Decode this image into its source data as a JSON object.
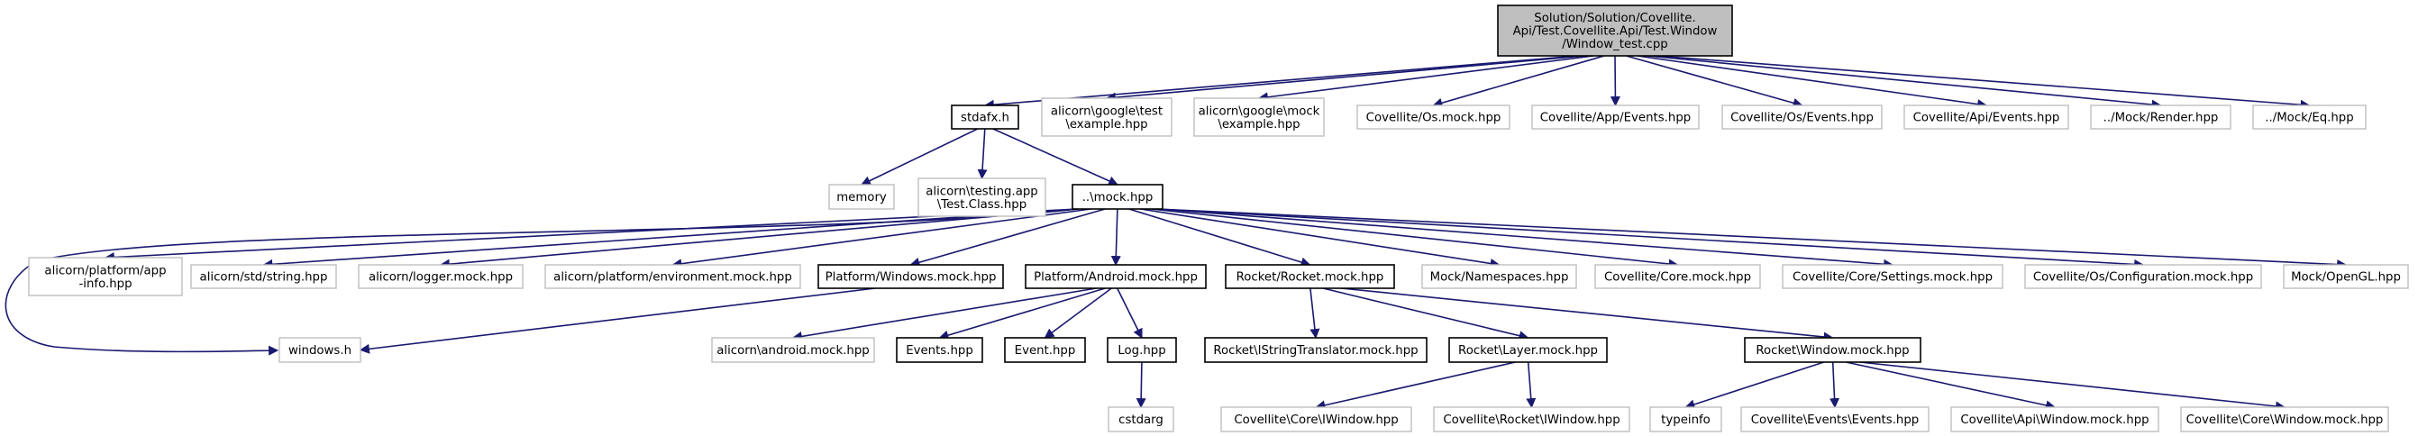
{
  "colors": {
    "edge": "#191970",
    "root_fill": "#bfbfbf",
    "local_border": "#000000",
    "external_border": "#bfbfbf"
  },
  "nodes": {
    "root": {
      "lines": [
        "Solution/Solution/Covellite.",
        "Api/Test.Covellite.Api/Test.Window",
        "/Window_test.cpp"
      ],
      "kind": "root"
    },
    "stdafx": {
      "lines": [
        "stdafx.h"
      ],
      "kind": "local"
    },
    "google_test": {
      "lines": [
        "alicorn\\google\\test",
        "\\example.hpp"
      ],
      "kind": "external"
    },
    "google_mock": {
      "lines": [
        "alicorn\\google\\mock",
        "\\example.hpp"
      ],
      "kind": "external"
    },
    "os_mock": {
      "lines": [
        "Covellite/Os.mock.hpp"
      ],
      "kind": "external"
    },
    "app_events": {
      "lines": [
        "Covellite/App/Events.hpp"
      ],
      "kind": "external"
    },
    "os_events": {
      "lines": [
        "Covellite/Os/Events.hpp"
      ],
      "kind": "external"
    },
    "api_events": {
      "lines": [
        "Covellite/Api/Events.hpp"
      ],
      "kind": "external"
    },
    "mock_render": {
      "lines": [
        "../Mock/Render.hpp"
      ],
      "kind": "external"
    },
    "mock_eq": {
      "lines": [
        "../Mock/Eq.hpp"
      ],
      "kind": "external"
    },
    "memory": {
      "lines": [
        "memory"
      ],
      "kind": "external"
    },
    "testing_app": {
      "lines": [
        "alicorn\\testing.app",
        "\\Test.Class.hpp"
      ],
      "kind": "external"
    },
    "mock_hpp": {
      "lines": [
        "..\\mock.hpp"
      ],
      "kind": "local"
    },
    "platform_app_info": {
      "lines": [
        "alicorn/platform/app",
        "-info.hpp"
      ],
      "kind": "external"
    },
    "std_string": {
      "lines": [
        "alicorn/std/string.hpp"
      ],
      "kind": "external"
    },
    "logger_mock": {
      "lines": [
        "alicorn/logger.mock.hpp"
      ],
      "kind": "external"
    },
    "platform_env": {
      "lines": [
        "alicorn/platform/environment.mock.hpp"
      ],
      "kind": "external"
    },
    "platform_windows": {
      "lines": [
        "Platform/Windows.mock.hpp"
      ],
      "kind": "local"
    },
    "platform_android": {
      "lines": [
        "Platform/Android.mock.hpp"
      ],
      "kind": "local"
    },
    "rocket_mock": {
      "lines": [
        "Rocket/Rocket.mock.hpp"
      ],
      "kind": "local"
    },
    "mock_namespaces": {
      "lines": [
        "Mock/Namespaces.hpp"
      ],
      "kind": "external"
    },
    "core_mock": {
      "lines": [
        "Covellite/Core.mock.hpp"
      ],
      "kind": "external"
    },
    "core_settings": {
      "lines": [
        "Covellite/Core/Settings.mock.hpp"
      ],
      "kind": "external"
    },
    "os_configuration": {
      "lines": [
        "Covellite/Os/Configuration.mock.hpp"
      ],
      "kind": "external"
    },
    "mock_opengl": {
      "lines": [
        "Mock/OpenGL.hpp"
      ],
      "kind": "external"
    },
    "windows_h": {
      "lines": [
        "windows.h"
      ],
      "kind": "external"
    },
    "android_mock": {
      "lines": [
        "alicorn\\android.mock.hpp"
      ],
      "kind": "external"
    },
    "events_hpp": {
      "lines": [
        "Events.hpp"
      ],
      "kind": "local"
    },
    "event_hpp": {
      "lines": [
        "Event.hpp"
      ],
      "kind": "local"
    },
    "log_hpp": {
      "lines": [
        "Log.hpp"
      ],
      "kind": "local"
    },
    "cstdarg": {
      "lines": [
        "cstdarg"
      ],
      "kind": "external"
    },
    "istring_translator": {
      "lines": [
        "Rocket\\IStringTranslator.mock.hpp"
      ],
      "kind": "local"
    },
    "layer_mock": {
      "lines": [
        "Rocket\\Layer.mock.hpp"
      ],
      "kind": "local"
    },
    "window_mock": {
      "lines": [
        "Rocket\\Window.mock.hpp"
      ],
      "kind": "local"
    },
    "core_iwindow": {
      "lines": [
        "Covellite\\Core\\IWindow.hpp"
      ],
      "kind": "external"
    },
    "rocket_iwindow": {
      "lines": [
        "Covellite\\Rocket\\IWindow.hpp"
      ],
      "kind": "external"
    },
    "typeinfo": {
      "lines": [
        "typeinfo"
      ],
      "kind": "external"
    },
    "events_events": {
      "lines": [
        "Covellite\\Events\\Events.hpp"
      ],
      "kind": "external"
    },
    "api_window_mock": {
      "lines": [
        "Covellite\\Api\\Window.mock.hpp"
      ],
      "kind": "external"
    },
    "core_window_mock": {
      "lines": [
        "Covellite\\Core\\Window.mock.hpp"
      ],
      "kind": "external"
    }
  },
  "edges": [
    [
      "root",
      "stdafx"
    ],
    [
      "root",
      "google_test"
    ],
    [
      "root",
      "google_mock"
    ],
    [
      "root",
      "os_mock"
    ],
    [
      "root",
      "app_events"
    ],
    [
      "root",
      "os_events"
    ],
    [
      "root",
      "api_events"
    ],
    [
      "root",
      "mock_render"
    ],
    [
      "root",
      "mock_eq"
    ],
    [
      "stdafx",
      "memory"
    ],
    [
      "stdafx",
      "testing_app"
    ],
    [
      "stdafx",
      "mock_hpp"
    ],
    [
      "mock_hpp",
      "windows_h"
    ],
    [
      "mock_hpp",
      "platform_app_info"
    ],
    [
      "mock_hpp",
      "std_string"
    ],
    [
      "mock_hpp",
      "logger_mock"
    ],
    [
      "mock_hpp",
      "platform_env"
    ],
    [
      "mock_hpp",
      "platform_windows"
    ],
    [
      "mock_hpp",
      "platform_android"
    ],
    [
      "mock_hpp",
      "rocket_mock"
    ],
    [
      "mock_hpp",
      "mock_namespaces"
    ],
    [
      "mock_hpp",
      "core_mock"
    ],
    [
      "mock_hpp",
      "core_settings"
    ],
    [
      "mock_hpp",
      "os_configuration"
    ],
    [
      "mock_hpp",
      "mock_opengl"
    ],
    [
      "platform_windows",
      "windows_h"
    ],
    [
      "platform_android",
      "android_mock"
    ],
    [
      "platform_android",
      "events_hpp"
    ],
    [
      "platform_android",
      "event_hpp"
    ],
    [
      "platform_android",
      "log_hpp"
    ],
    [
      "log_hpp",
      "cstdarg"
    ],
    [
      "rocket_mock",
      "istring_translator"
    ],
    [
      "rocket_mock",
      "layer_mock"
    ],
    [
      "rocket_mock",
      "window_mock"
    ],
    [
      "layer_mock",
      "core_iwindow"
    ],
    [
      "layer_mock",
      "rocket_iwindow"
    ],
    [
      "window_mock",
      "typeinfo"
    ],
    [
      "window_mock",
      "events_events"
    ],
    [
      "window_mock",
      "api_window_mock"
    ],
    [
      "window_mock",
      "core_window_mock"
    ]
  ]
}
